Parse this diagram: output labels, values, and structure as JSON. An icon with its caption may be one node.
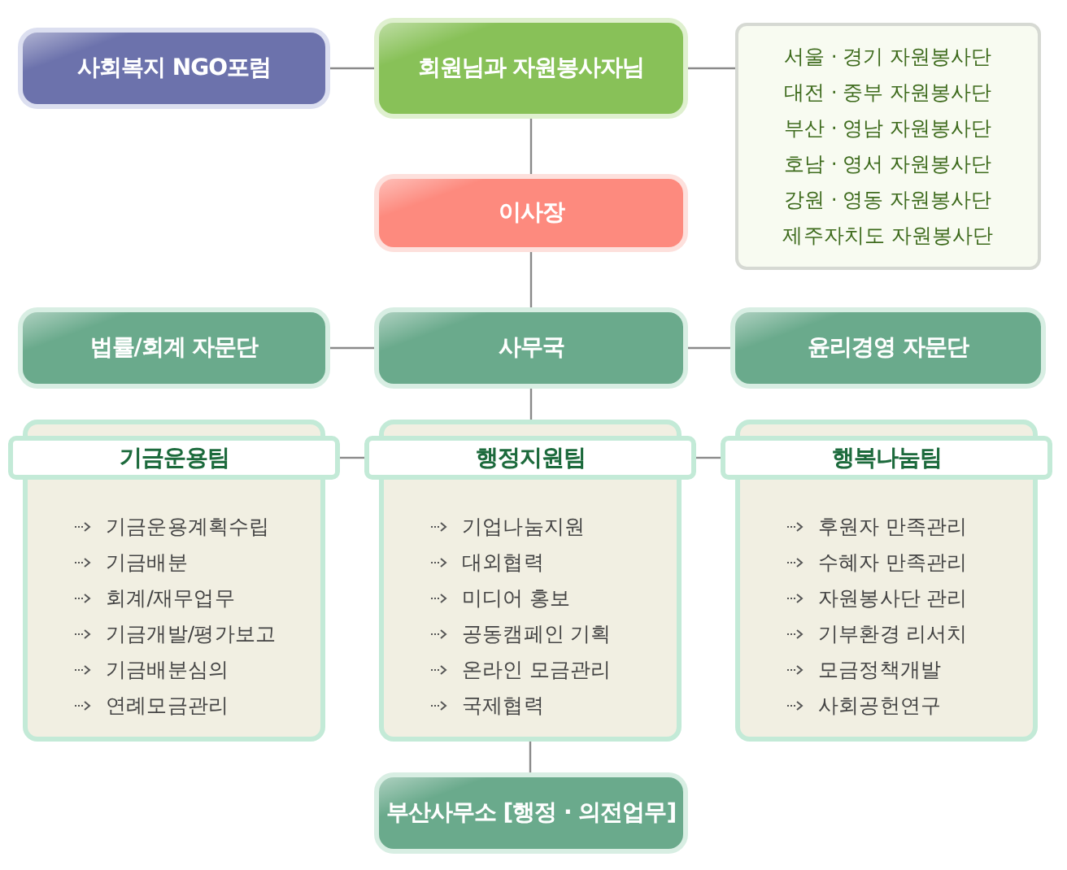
{
  "diagram": {
    "nodes": [
      {
        "text": [
          "사회복지 NGO포럼"
        ]
      },
      {
        "text": [
          "회원님과 자원봉사자님"
        ]
      },
      {
        "text": [
          "서울 · 경기 자원봉사단",
          "대전 · 중부 자원봉사단",
          "부산 · 영남 자원봉사단",
          "호남 · 영서 자원봉사단",
          "강원 · 영동 자원봉사단",
          "제주자치도 자원봉사단"
        ]
      },
      {
        "text": [
          "이사장"
        ]
      },
      {
        "text": [
          "법률/회계 자문단"
        ]
      },
      {
        "text": [
          "사무국"
        ]
      },
      {
        "text": [
          "윤리경영 자문단"
        ]
      },
      {
        "text": [
          "기금운용팀"
        ]
      },
      {
        "text": [
          "기금운용계획수립",
          "기금배분",
          "회계/재무업무",
          "기금개발/평가보고",
          "기금배분심의",
          "연례모금관리"
        ]
      },
      {
        "text": [
          "행정지원팀"
        ]
      },
      {
        "text": [
          "기업나눔지원",
          "대외협력",
          "미디어 홍보",
          "공동캠페인 기획",
          "온라인 모금관리",
          "국제협력"
        ]
      },
      {
        "text": [
          "행복나눔팀"
        ]
      },
      {
        "text": [
          "후원자 만족관리",
          "수혜자 만족관리",
          "자원봉사단 관리",
          "기부환경 리서치",
          "모금정책개발",
          "사회공헌연구"
        ]
      },
      {
        "text": [
          "부산사무소 [행정 · 의전업무]"
        ]
      }
    ],
    "edges": [
      {
        "from": 0,
        "to": 1,
        "arrow": "none"
      },
      {
        "from": 1,
        "to": 2,
        "arrow": "none"
      },
      {
        "from": 1,
        "to": 3,
        "arrow": "none"
      },
      {
        "from": 3,
        "to": 5,
        "arrow": "none"
      },
      {
        "from": 4,
        "to": 5,
        "arrow": "none"
      },
      {
        "from": 5,
        "to": 6,
        "arrow": "none"
      },
      {
        "from": 5,
        "to": 10,
        "arrow": "none"
      },
      {
        "from": 7,
        "to": 9,
        "arrow": "none"
      },
      {
        "from": 9,
        "to": 11,
        "arrow": "none"
      },
      {
        "from": 10,
        "to": 13,
        "arrow": "none"
      }
    ]
  }
}
